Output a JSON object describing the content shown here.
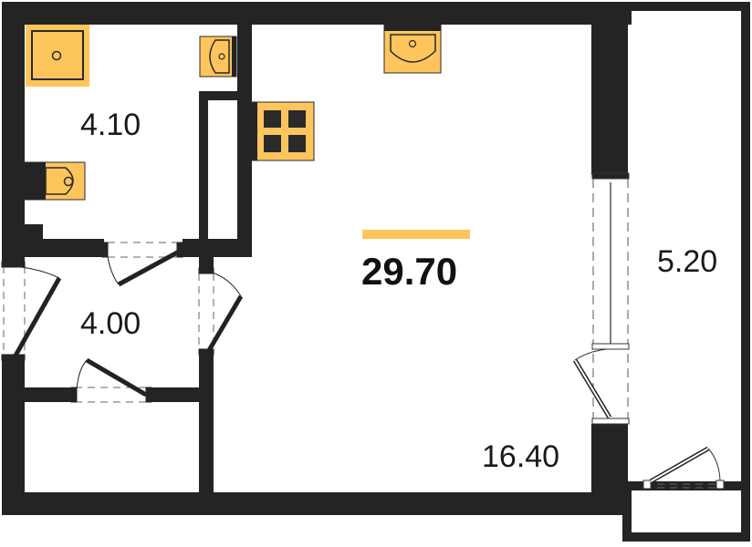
{
  "floor_plan": {
    "total_area": "29.70",
    "rooms": [
      {
        "id": "bathroom",
        "area": "4.10"
      },
      {
        "id": "hallway",
        "area": "4.00"
      },
      {
        "id": "living-room",
        "area": "16.40"
      },
      {
        "id": "balcony",
        "area": "5.20"
      }
    ],
    "fixtures": [
      "shower-tray",
      "bathroom-sink",
      "toilet",
      "kitchen-sink",
      "cooktop"
    ],
    "colors": {
      "wall": "#242424",
      "fixture_fill": "#FDC55C",
      "fixture_stroke": "#2a2a2a",
      "accent": "#FDC55C",
      "background": "#ffffff"
    }
  }
}
